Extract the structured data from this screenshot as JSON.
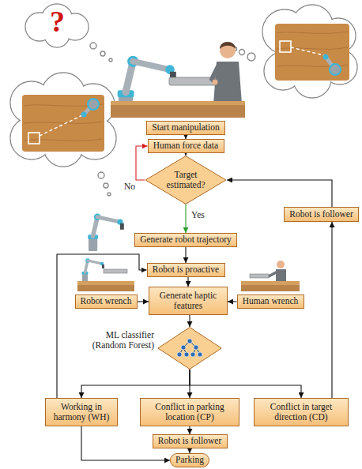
{
  "diagram": {
    "nodes": [
      {
        "text": [
          "Start manipulation"
        ]
      },
      {
        "text": [
          "Human force data"
        ]
      },
      {
        "text": [
          "Target estimated?"
        ]
      },
      {
        "text": [
          "Generate robot trajectory"
        ]
      },
      {
        "text": [
          "Robot is proactive"
        ]
      },
      {
        "text": [
          "Robot wrench"
        ]
      },
      {
        "text": [
          "Generate haptic features"
        ]
      },
      {
        "text": [
          "Human wrench"
        ]
      },
      {
        "text": [
          "ML classifier (Random Forest)"
        ]
      },
      {
        "text": [
          "Working in harmony (WH)"
        ]
      },
      {
        "text": [
          "Conflict in parking location (CP)"
        ]
      },
      {
        "text": [
          "Conflict in target direction (CD)"
        ]
      },
      {
        "text": [
          "Robot is follower"
        ]
      },
      {
        "text": [
          "Parking"
        ]
      },
      {
        "text": [
          "Robot is follower"
        ]
      }
    ],
    "edges": [
      {
        "from": 0,
        "to": 1,
        "arrow": "to"
      },
      {
        "from": 1,
        "to": 2,
        "arrow": "to"
      },
      {
        "from": 2,
        "to": 1,
        "label": "No",
        "arrow": "to"
      },
      {
        "from": 2,
        "to": 3,
        "label": "Yes",
        "arrow": "to"
      },
      {
        "from": 3,
        "to": 4,
        "arrow": "to"
      },
      {
        "from": 4,
        "to": 6,
        "arrow": "to"
      },
      {
        "from": 5,
        "to": 6,
        "arrow": "to"
      },
      {
        "from": 7,
        "to": 6,
        "arrow": "to"
      },
      {
        "from": 6,
        "to": 8,
        "arrow": "to"
      },
      {
        "from": 8,
        "to": 9,
        "arrow": "to"
      },
      {
        "from": 8,
        "to": 10,
        "arrow": "to"
      },
      {
        "from": 8,
        "to": 11,
        "arrow": "to"
      },
      {
        "from": 9,
        "to": 4,
        "arrow": "to"
      },
      {
        "from": 9,
        "to": 13,
        "arrow": "to"
      },
      {
        "from": 10,
        "to": 12,
        "arrow": "to"
      },
      {
        "from": 12,
        "to": 13,
        "arrow": "to"
      },
      {
        "from": 11,
        "to": 14,
        "arrow": "to"
      },
      {
        "from": 14,
        "to": 2,
        "arrow": "to"
      }
    ],
    "labels": [
      "?"
    ]
  }
}
